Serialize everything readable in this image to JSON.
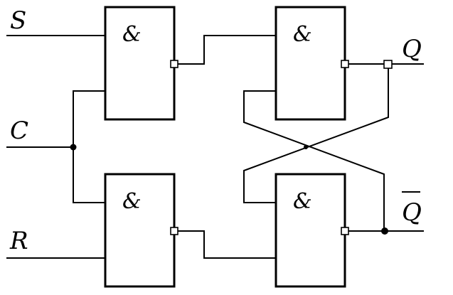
{
  "diagram": {
    "gate_symbol": "&",
    "inputs": {
      "s": "S",
      "c": "C",
      "r": "R"
    },
    "outputs": {
      "q": "Q",
      "q_bar": "Q"
    },
    "colors": {
      "line": "#000000",
      "background": "#ffffff"
    }
  }
}
